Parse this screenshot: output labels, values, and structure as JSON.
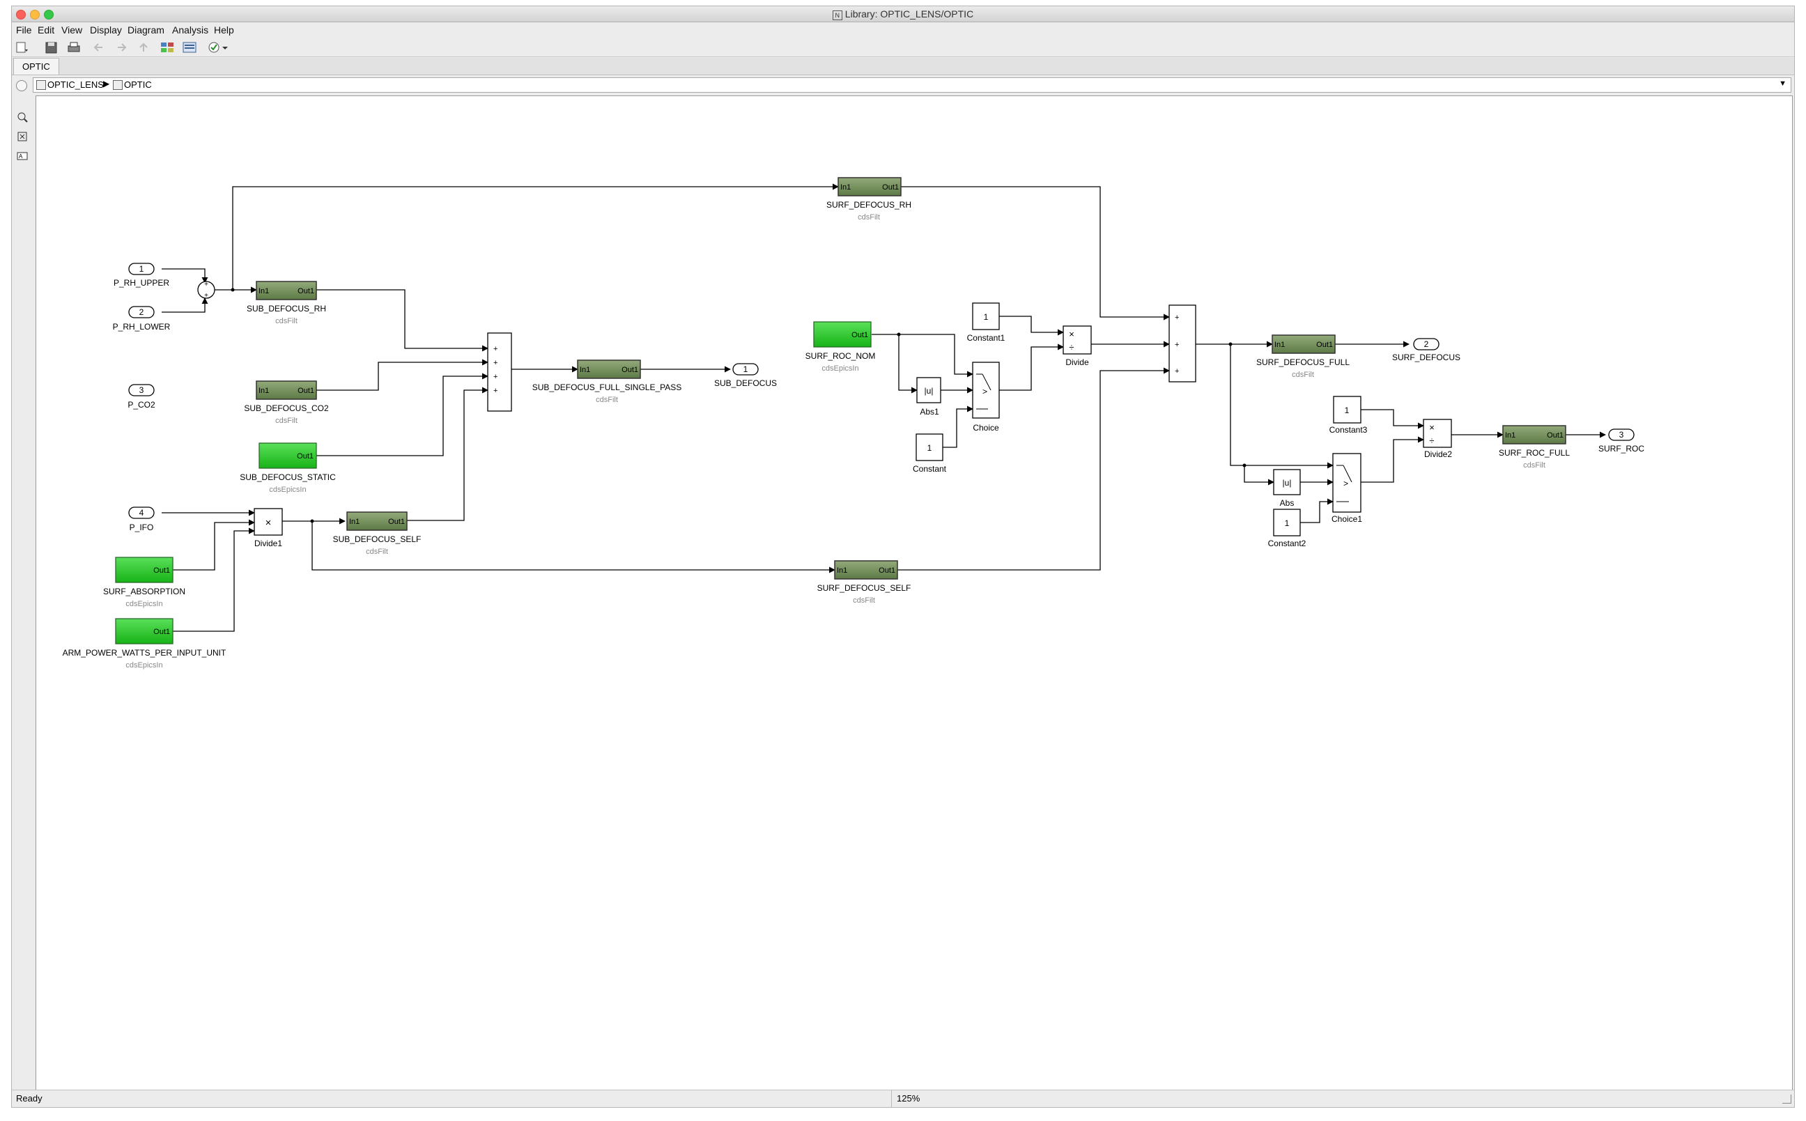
{
  "window": {
    "title": "Library: OPTIC_LENS/OPTIC"
  },
  "menu": [
    "File",
    "Edit",
    "View",
    "Display",
    "Diagram",
    "Analysis",
    "Help"
  ],
  "tab": {
    "label": "OPTIC"
  },
  "breadcrumb": {
    "root": "OPTIC_LENS",
    "current": "OPTIC"
  },
  "status": {
    "text": "Ready",
    "zoom": "125%"
  },
  "diagram": {
    "inports": [
      {
        "num": "1",
        "label": "P_RH_UPPER"
      },
      {
        "num": "2",
        "label": "P_RH_LOWER"
      },
      {
        "num": "3",
        "label": "P_CO2"
      },
      {
        "num": "4",
        "label": "P_IFO"
      }
    ],
    "outports": [
      {
        "num": "1",
        "label": "SUB_DEFOCUS"
      },
      {
        "num": "2",
        "label": "SURF_DEFOCUS"
      },
      {
        "num": "3",
        "label": "SURF_ROC"
      }
    ],
    "filters": [
      {
        "name": "SUB_DEFOCUS_RH",
        "lib": "cdsFilt"
      },
      {
        "name": "SUB_DEFOCUS_CO2",
        "lib": "cdsFilt"
      },
      {
        "name": "SUB_DEFOCUS_SELF",
        "lib": "cdsFilt"
      },
      {
        "name": "SUB_DEFOCUS_FULL_SINGLE_PASS",
        "lib": "cdsFilt"
      },
      {
        "name": "SURF_DEFOCUS_RH",
        "lib": "cdsFilt"
      },
      {
        "name": "SURF_DEFOCUS_SELF",
        "lib": "cdsFilt"
      },
      {
        "name": "SURF_DEFOCUS_FULL",
        "lib": "cdsFilt"
      },
      {
        "name": "SURF_ROC_FULL",
        "lib": "cdsFilt"
      }
    ],
    "epics": [
      {
        "name": "SUB_DEFOCUS_STATIC",
        "lib": "cdsEpicsIn"
      },
      {
        "name": "SURF_ABSORPTION",
        "lib": "cdsEpicsIn"
      },
      {
        "name": "ARM_POWER_WATTS_PER_INPUT_UNIT",
        "lib": "cdsEpicsIn"
      },
      {
        "name": "SURF_ROC_NOM",
        "lib": "cdsEpicsIn"
      }
    ],
    "port_in": "In1",
    "port_out": "Out1",
    "blocks": {
      "divide": "Divide",
      "divide1": "Divide1",
      "divide2": "Divide2",
      "abs": "Abs",
      "abs1": "Abs1",
      "abs_glyph": "|u|",
      "choice": "Choice",
      "choice1": "Choice1",
      "constant": "Constant",
      "constant1": "Constant1",
      "constant2": "Constant2",
      "constant3": "Constant3",
      "const_value": "1"
    }
  }
}
